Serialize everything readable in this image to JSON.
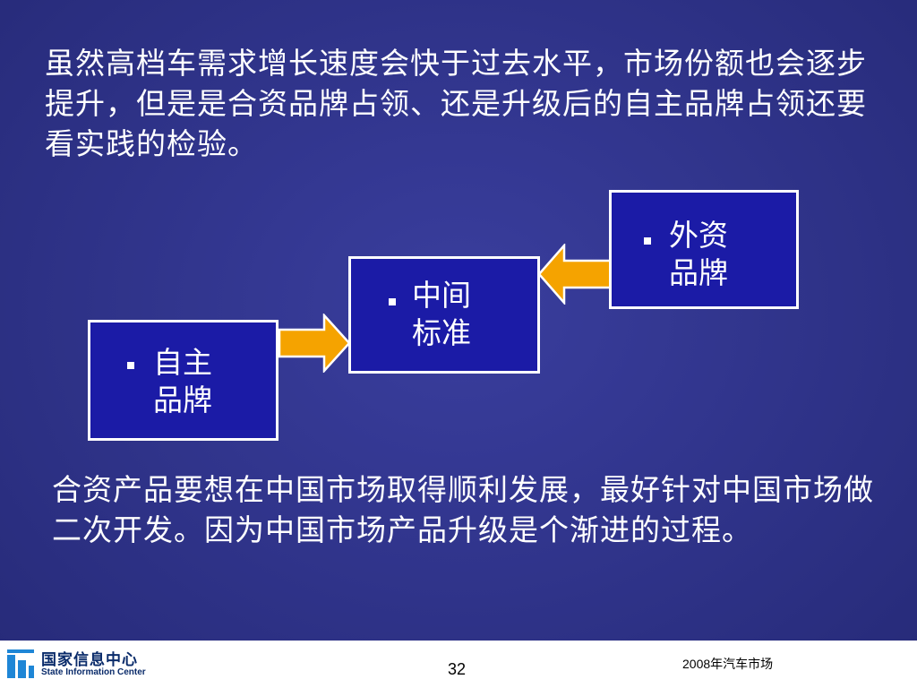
{
  "intro_text": "虽然高档车需求增长速度会快于过去水平，市场份额也会逐步提升，但是是合资品牌占领、还是升级后的自主品牌占领还要看实践的检验。",
  "diagram": {
    "boxes": [
      {
        "line1": "自主",
        "line2": "品牌"
      },
      {
        "line1": "中间",
        "line2": "标准"
      },
      {
        "line1": "外资",
        "line2": "品牌"
      }
    ],
    "box_fill": "#1b1ba6",
    "arrow_fill": "#f5a300"
  },
  "conclusion_text": "合资产品要想在中国市场取得顺利发展，最好针对中国市场做二次开发。因为中国市场产品升级是个渐进的过程。",
  "footer": {
    "org_name_cn": "国家信息中心",
    "org_name_en": "State Information Center",
    "page_number": "32",
    "topic": "2008年汽车市场"
  },
  "background_color": "#2f3389"
}
